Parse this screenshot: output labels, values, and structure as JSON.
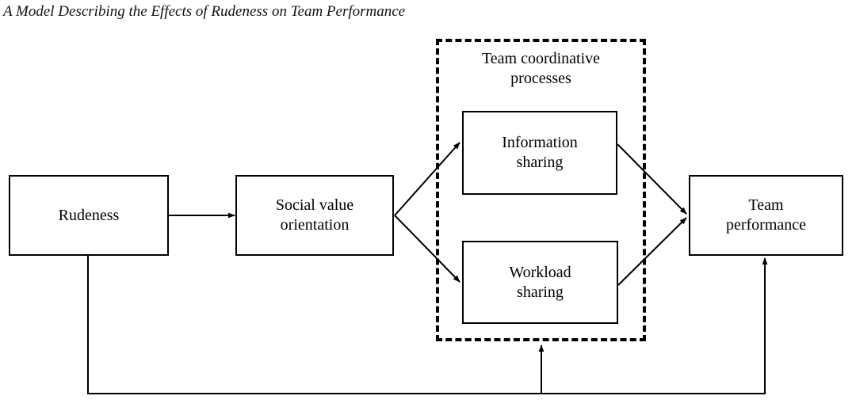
{
  "figure": {
    "title": "A Model Describing the Effects of Rudeness on Team Performance",
    "type": "path-model-diagram"
  },
  "nodes": {
    "rudeness": {
      "label": "Rudeness"
    },
    "social_value_orientation": {
      "label": "Social value\norientation",
      "line1": "Social value",
      "line2": "orientation"
    },
    "information_sharing": {
      "label": "Information sharing",
      "line1": "Information",
      "line2": "sharing"
    },
    "workload_sharing": {
      "label": "Workload sharing",
      "line1": "Workload",
      "line2": "sharing"
    },
    "team_performance": {
      "label": "Team performance",
      "line1": "Team",
      "line2": "performance"
    }
  },
  "groups": {
    "team_coordinative_processes": {
      "label": "Team coordinative processes",
      "line1": "Team coordinative",
      "line2": "processes",
      "border_style": "dashed"
    }
  },
  "edges": [
    {
      "name": "rudeness-to-social-value",
      "from": "rudeness",
      "to": "social_value_orientation",
      "style": "solid",
      "arrow": "end"
    },
    {
      "name": "social-value-to-information-sharing",
      "from": "social_value_orientation",
      "to": "information_sharing",
      "style": "solid",
      "arrow": "end"
    },
    {
      "name": "social-value-to-workload-sharing",
      "from": "social_value_orientation",
      "to": "workload_sharing",
      "style": "solid",
      "arrow": "end"
    },
    {
      "name": "information-sharing-to-team-performance",
      "from": "information_sharing",
      "to": "team_performance",
      "style": "solid",
      "arrow": "end"
    },
    {
      "name": "workload-sharing-to-team-performance",
      "from": "workload_sharing",
      "to": "team_performance",
      "style": "solid",
      "arrow": "end"
    },
    {
      "name": "rudeness-to-team-performance-direct",
      "from": "rudeness",
      "to": "team_performance",
      "style": "solid",
      "arrow": "end",
      "routing": "bottom-bus"
    },
    {
      "name": "rudeness-to-team-coordinative-processes",
      "from": "rudeness",
      "to": "team_coordinative_processes",
      "style": "solid",
      "arrow": "end",
      "routing": "bottom-bus"
    }
  ],
  "colors": {
    "stroke": "#000000",
    "background": "#ffffff",
    "text": "#000000"
  }
}
